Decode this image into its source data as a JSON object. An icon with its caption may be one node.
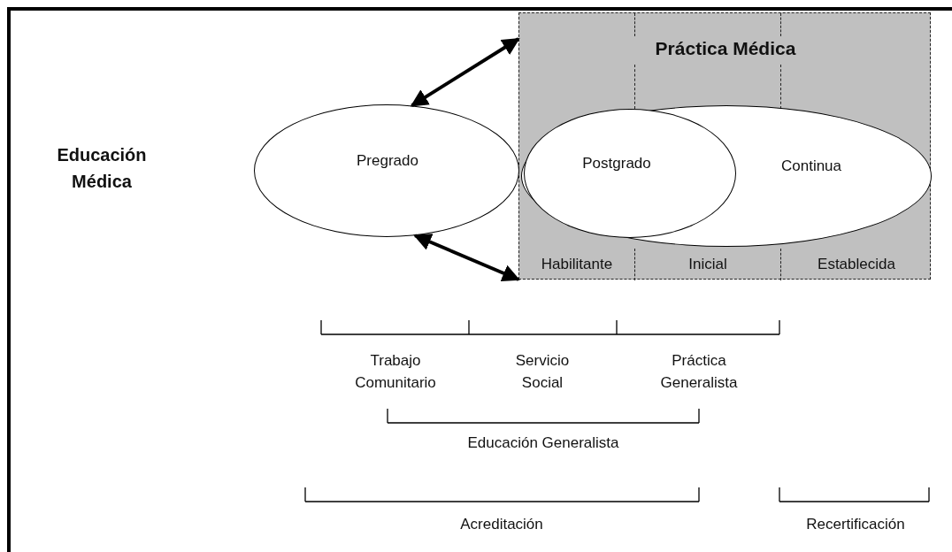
{
  "diagram": {
    "nodes": [
      {
        "text": [
          "Práctica Médica"
        ]
      },
      {
        "text": [
          "Habilitante"
        ],
        "in": 0
      },
      {
        "text": [
          "Inicial"
        ],
        "in": 0
      },
      {
        "text": [
          "Establecida"
        ],
        "in": 0
      },
      {
        "text": [
          "Pregrado"
        ]
      },
      {
        "text": [
          "Continua"
        ],
        "in": 0
      },
      {
        "text": [
          "Postgrado"
        ],
        "in": 5
      }
    ],
    "edges": [
      {
        "from": 4,
        "to": 0,
        "arrow": "both"
      },
      {
        "from": 4,
        "to": 1,
        "arrow": "both"
      }
    ],
    "labels": [
      "Educación Médica",
      "Trabajo Comunitario",
      "Servicio Social",
      "Práctica Generalista",
      "Educación Generalista",
      "Acreditación",
      "Recertificación"
    ]
  }
}
